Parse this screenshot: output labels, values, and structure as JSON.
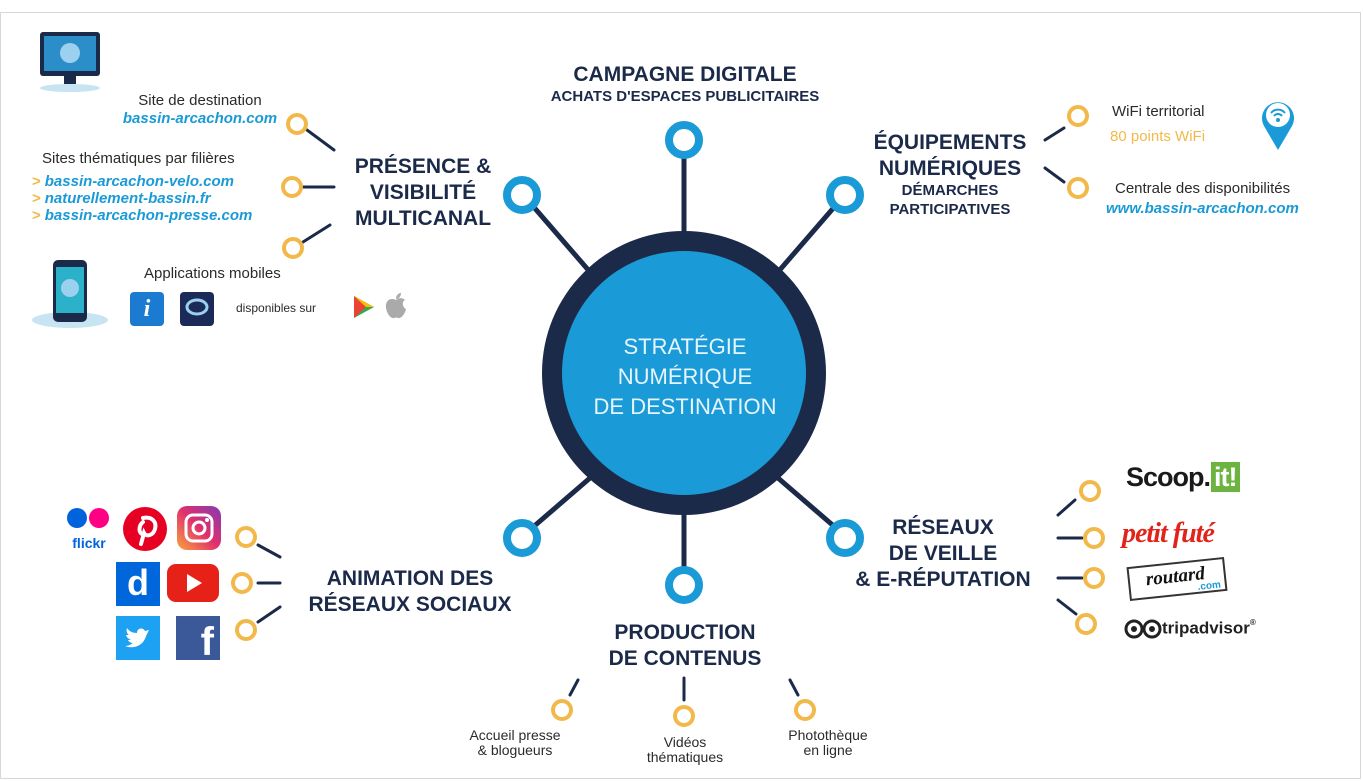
{
  "center": {
    "line1": "STRATÉGIE",
    "line2": "NUMÉRIQUE",
    "line3": "DE DESTINATION"
  },
  "campagne": {
    "title": "CAMPAGNE DIGITALE",
    "subtitle": "ACHATS D'ESPACES PUBLICITAIRES"
  },
  "presence": {
    "title1": "PRÉSENCE &",
    "title2": "VISIBILITÉ",
    "title3": "MULTICANAL",
    "site_label": "Site de destination",
    "site_url": "bassin-arcachon.com",
    "themes_label": "Sites thématiques par filières",
    "themes": [
      "bassin-arcachon-velo.com",
      "naturellement-bassin.fr",
      "bassin-arcachon-presse.com"
    ],
    "apps_label": "Applications mobiles",
    "apps_available": "disponibles sur"
  },
  "equipements": {
    "title1": "ÉQUIPEMENTS",
    "title2": "NUMÉRIQUES",
    "sub1": "DÉMARCHES",
    "sub2": "PARTICIPATIVES",
    "wifi_label": "WiFi territorial",
    "wifi_points": "80 points WiFi",
    "centrale_label": "Centrale des disponibilités",
    "centrale_url": "www.bassin-arcachon.com"
  },
  "animation": {
    "title1": "ANIMATION DES",
    "title2": "RÉSEAUX SOCIAUX"
  },
  "production": {
    "title1": "PRODUCTION",
    "title2": "DE CONTENUS",
    "items": [
      [
        "Accueil presse",
        "& blogueurs"
      ],
      [
        "Vidéos",
        "thématiques"
      ],
      [
        "Photothèque",
        "en ligne"
      ]
    ]
  },
  "veille": {
    "title1": "RÉSEAUX",
    "title2": "DE VEILLE",
    "title3": "& E-RÉPUTATION",
    "brands": {
      "scoop": "Scoop.",
      "scoop_it": "it!",
      "petit": "petit futé",
      "routard": "routard",
      ".com": ".com",
      "trip": "tripadvisor"
    }
  },
  "social_logos": {
    "flickr": "flickr",
    "dailymotion": "d",
    "facebook": "f"
  },
  "colors": {
    "navy": "#1c2a4a",
    "blue": "#1a9ad6",
    "orange": "#f2b94a"
  }
}
